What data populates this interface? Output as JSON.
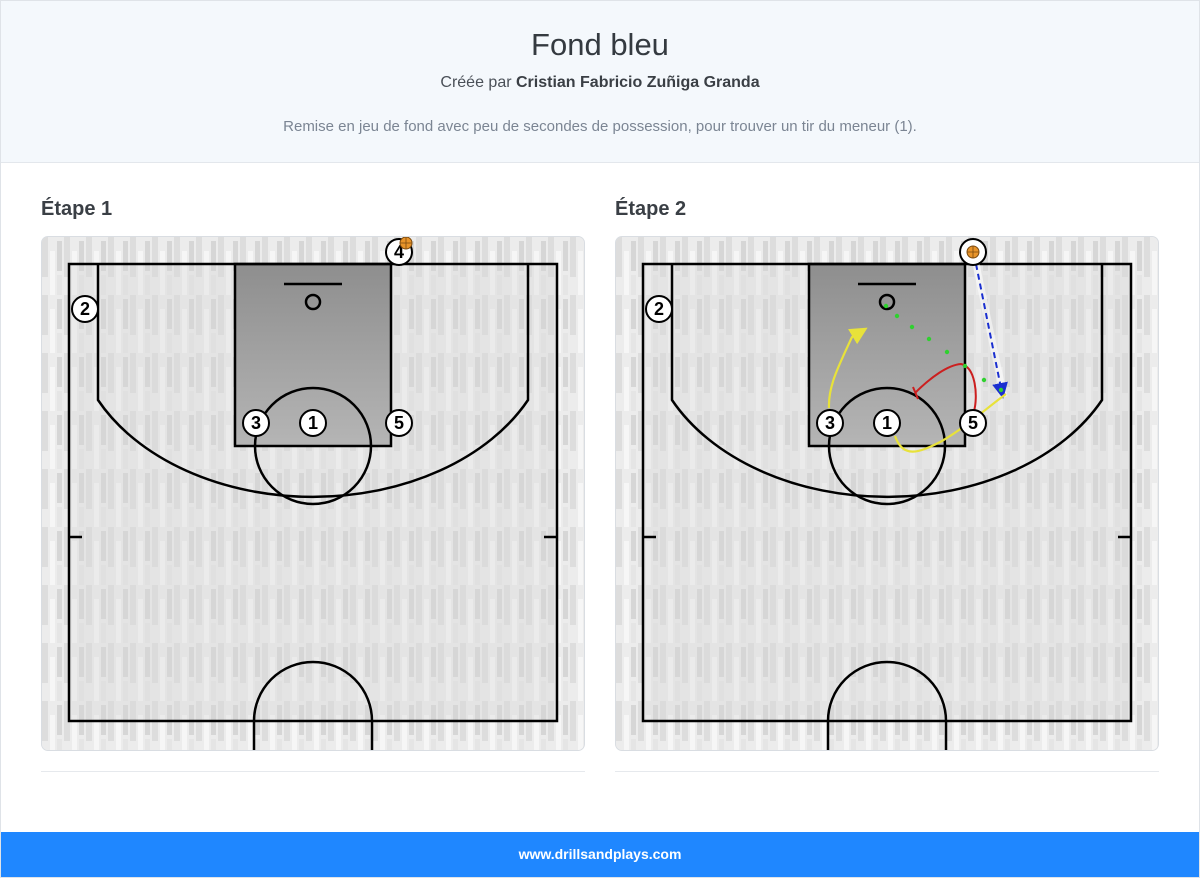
{
  "header": {
    "title": "Fond bleu",
    "byline_prefix": "Créée par",
    "author": "Cristian Fabricio Zuñiga Granda",
    "description": "Remise en jeu de fond avec peu de secondes de possession, pour trouver un tir du meneur (1)."
  },
  "steps": [
    {
      "title": "Étape 1",
      "players": [
        {
          "label": "4",
          "has_ball": true
        },
        {
          "label": "2",
          "has_ball": false
        },
        {
          "label": "3",
          "has_ball": false
        },
        {
          "label": "1",
          "has_ball": false
        },
        {
          "label": "5",
          "has_ball": false
        }
      ]
    },
    {
      "title": "Étape 2",
      "players": [
        {
          "label": "",
          "has_ball": true
        },
        {
          "label": "2",
          "has_ball": false
        },
        {
          "label": "3",
          "has_ball": false
        },
        {
          "label": "1",
          "has_ball": false
        },
        {
          "label": "5",
          "has_ball": false
        }
      ],
      "movements": [
        {
          "type": "dribble-pass",
          "color": "#1a2fd0"
        },
        {
          "type": "cut",
          "color": "#e8e23a"
        },
        {
          "type": "screen",
          "color": "#cc1f1f"
        },
        {
          "type": "shot",
          "color": "#2fd12f"
        }
      ]
    }
  ],
  "footer": {
    "site": "www.drillsandplays.com"
  },
  "colors": {
    "header_bg": "#f4f8fc",
    "footer_bg": "#1f87ff",
    "court_lines": "#000000",
    "paint": "#9a9a9a"
  }
}
